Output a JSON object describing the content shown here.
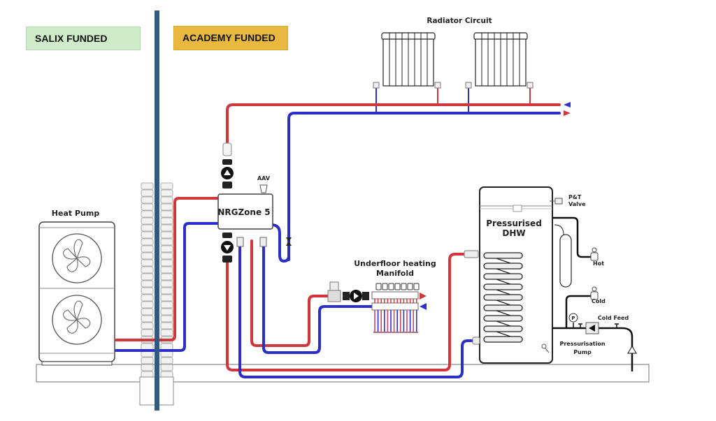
{
  "funding_labels": {
    "salix": "SALIX FUNDED",
    "academy": "ACADEMY FUNDED"
  },
  "labels": {
    "radiator_circuit": "Radiator Circuit",
    "heat_pump": "Heat Pump",
    "nrgzone": "NRGZone 5",
    "aav": "AAV",
    "underfloor_line1": "Underfloor heating",
    "underfloor_line2": "Manifold",
    "dhw_line1": "Pressurised",
    "dhw_line2": "DHW",
    "pt_valve_line1": "P&T",
    "pt_valve_line2": "Valve",
    "hot": "Hot",
    "cold": "Cold",
    "cold_feed": "Cold Feed",
    "pressurisation_line1": "Pressurisation",
    "pressurisation_line2": "Pump",
    "gauge": "P"
  },
  "colors": {
    "flow_pipe": "#d0373a",
    "return_pipe": "#2c2fc7",
    "divider": "#2f5a86",
    "salix_bg": "#cfecc9",
    "academy_bg": "#e9b93f"
  }
}
